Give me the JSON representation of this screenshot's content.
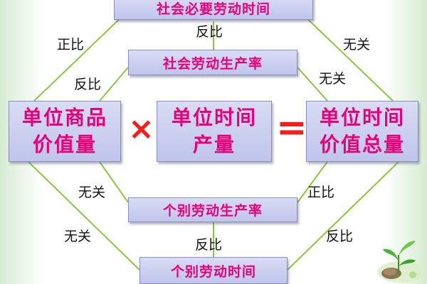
{
  "boxes": {
    "social_time": "社会必要劳动时间",
    "social_productivity": "社会劳动生产率",
    "unit_value_line1": "单位商品",
    "unit_value_line2": "价值量",
    "unit_output_line1": "单位时间",
    "unit_output_line2": "产量",
    "total_value_line1": "单位时间",
    "total_value_line2": "价值总量",
    "individual_productivity": "个别劳动生产率",
    "individual_time": "个别劳动时间"
  },
  "relations": {
    "top_left": "正比",
    "top_center": "反比",
    "top_right": "无关",
    "upper_left": "反比",
    "upper_right": "无关",
    "lower_left": "无关",
    "lower_right": "正比",
    "bottom_left": "无关",
    "bottom_center": "反比",
    "bottom_right": "反比"
  },
  "operators": {
    "multiply": "×",
    "equals": "="
  },
  "colors": {
    "box_text": "#e8007a",
    "box_fill": "#c8cdef",
    "connector": "#8cc63f",
    "operator": "#ff1a1a"
  }
}
